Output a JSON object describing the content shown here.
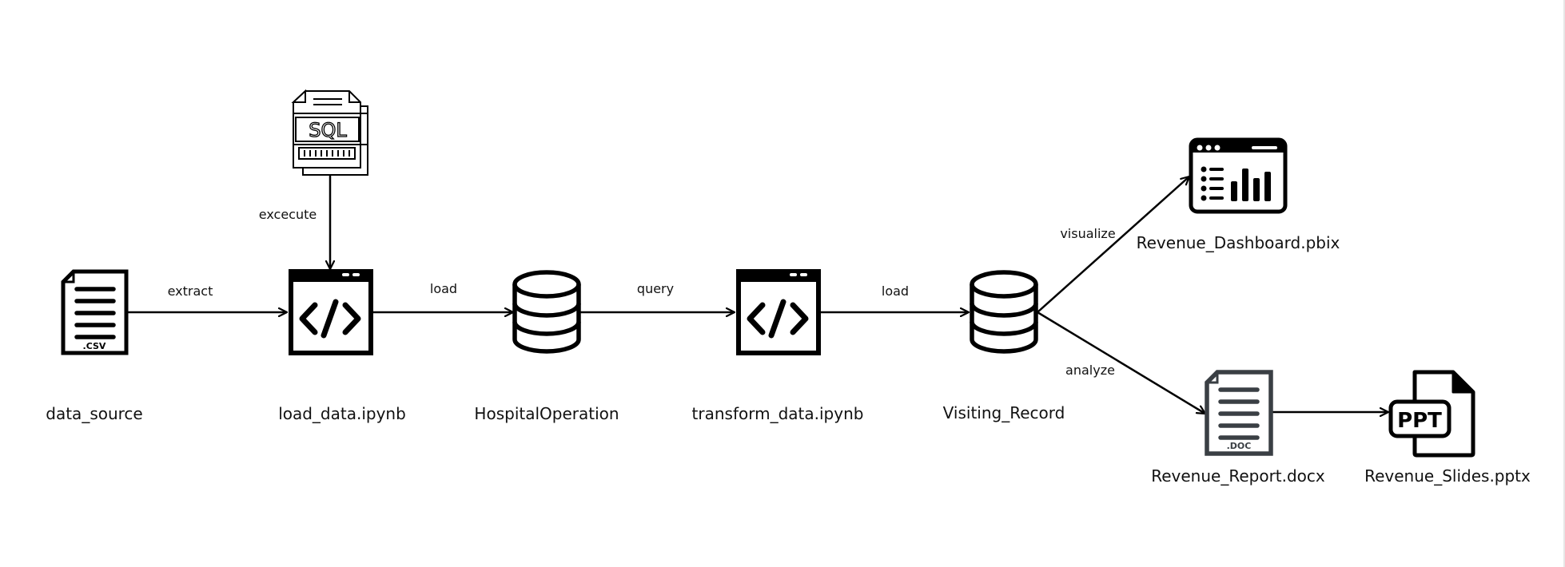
{
  "nodes": {
    "data_source": {
      "label": "data_source",
      "icon": "csv-file-icon",
      "badge": ".CSV"
    },
    "load_data": {
      "label": "load_data.ipynb",
      "icon": "code-window-icon"
    },
    "sql_script": {
      "label": "",
      "icon": "sql-file-icon",
      "badge": "SQL"
    },
    "hospital_operation": {
      "label": "HospitalOperation",
      "icon": "database-icon"
    },
    "transform_data": {
      "label": "transform_data.ipynb",
      "icon": "code-window-icon"
    },
    "visiting_record": {
      "label": "Visiting_Record",
      "icon": "database-icon"
    },
    "revenue_dashboard": {
      "label": "Revenue_Dashboard.pbix",
      "icon": "dashboard-icon"
    },
    "revenue_report": {
      "label": "Revenue_Report.docx",
      "icon": "doc-file-icon",
      "badge": ".DOC"
    },
    "revenue_slides": {
      "label": "Revenue_Slides.pptx",
      "icon": "ppt-file-icon",
      "badge": "PPT"
    }
  },
  "edges": {
    "extract": "extract",
    "execute": "excecute",
    "load_1": "load",
    "query": "query",
    "load_2": "load",
    "visualize": "visualize",
    "analyze": "analyze"
  },
  "colors": {
    "stroke": "#000000",
    "doc_stroke": "#3a3f44",
    "background": "#ffffff"
  }
}
